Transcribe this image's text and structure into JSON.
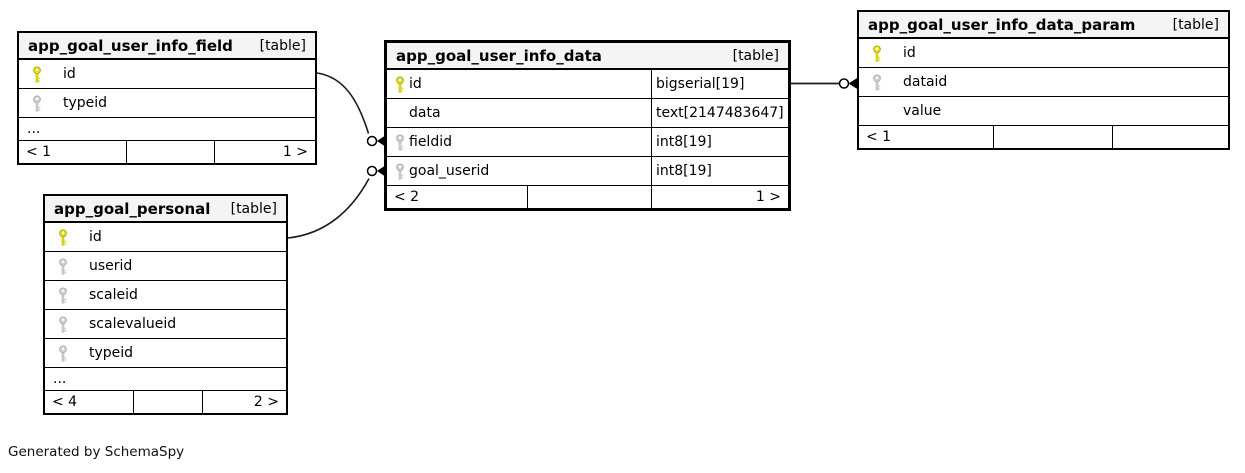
{
  "note": "Generated by SchemaSpy",
  "colors": {
    "primary_key": "#e6e31c",
    "primary_key_outline": "#a8a400",
    "foreign_key": "#d2d2d2",
    "foreign_key_outline": "#a9a9a9",
    "header_bg": "#f4f4f4",
    "border": "#000000"
  },
  "tables": {
    "field": {
      "name": "app_goal_user_info_field",
      "tag": "[table]",
      "columns": [
        {
          "name": "id",
          "key": "primary"
        },
        {
          "name": "typeid",
          "key": "foreign"
        }
      ],
      "ellipsis": "...",
      "footer_left": "< 1",
      "footer_right": "1 >"
    },
    "data": {
      "name": "app_goal_user_info_data",
      "tag": "[table]",
      "columns": [
        {
          "name": "id",
          "type": "bigserial[19]",
          "key": "primary"
        },
        {
          "name": "data",
          "type": "text[2147483647]",
          "key": "none"
        },
        {
          "name": "fieldid",
          "type": "int8[19]",
          "key": "foreign"
        },
        {
          "name": "goal_userid",
          "type": "int8[19]",
          "key": "foreign"
        }
      ],
      "footer_left": "< 2",
      "footer_right": "1 >"
    },
    "param": {
      "name": "app_goal_user_info_data_param",
      "tag": "[table]",
      "columns": [
        {
          "name": "id",
          "key": "primary"
        },
        {
          "name": "dataid",
          "key": "foreign"
        },
        {
          "name": "value",
          "key": "none"
        }
      ],
      "footer_left": "< 1",
      "footer_right": ""
    },
    "personal": {
      "name": "app_goal_personal",
      "tag": "[table]",
      "columns": [
        {
          "name": "id",
          "key": "primary"
        },
        {
          "name": "userid",
          "key": "foreign"
        },
        {
          "name": "scaleid",
          "key": "foreign"
        },
        {
          "name": "scalevalueid",
          "key": "foreign"
        },
        {
          "name": "typeid",
          "key": "foreign"
        }
      ],
      "ellipsis": "...",
      "footer_left": "< 4",
      "footer_right": "2 >"
    }
  },
  "relationships": [
    {
      "from": "app_goal_user_info_field.id",
      "to": "app_goal_user_info_data.fieldid"
    },
    {
      "from": "app_goal_personal.id",
      "to": "app_goal_user_info_data.goal_userid"
    },
    {
      "from": "app_goal_user_info_data.id",
      "to": "app_goal_user_info_data_param.dataid"
    }
  ]
}
